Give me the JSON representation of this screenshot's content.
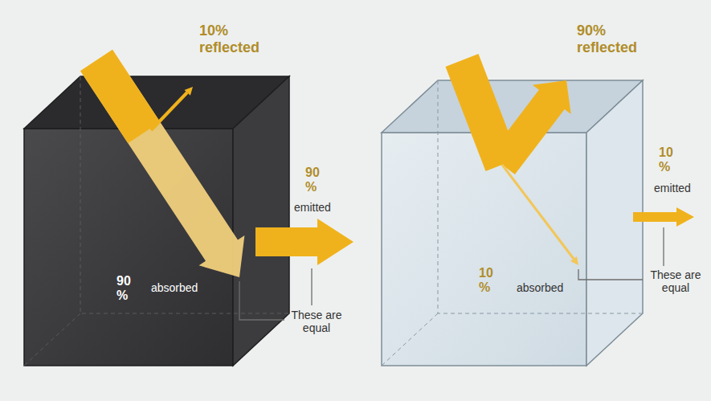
{
  "diagram": {
    "labels": [
      "10% reflected",
      "90% reflected",
      "90 %",
      "emitted",
      "10 %",
      "emitted",
      "90 %",
      "absorbed",
      "10 %",
      "absorbed",
      "These are equal",
      "These are equal"
    ]
  }
}
